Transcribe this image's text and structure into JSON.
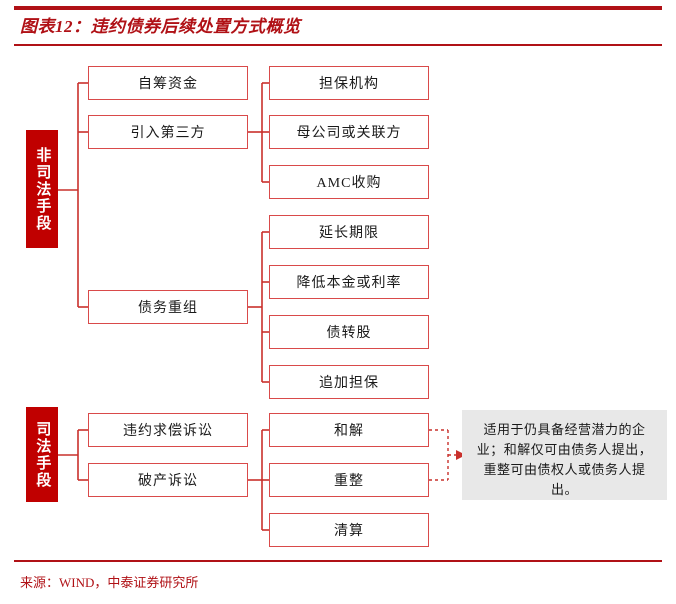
{
  "header": {
    "title": "图表12：违约债券后续处置方式概览",
    "accent_color": "#B01116"
  },
  "footer": {
    "source": "来源：WIND，中泰证券研究所"
  },
  "diagram": {
    "type": "tree-flowchart",
    "band_color": "#C00000",
    "box_border_color": "#D94A4A",
    "note_bg_color": "#E8E8E8",
    "branches": [
      {
        "band_label": "非司法手段",
        "level1": [
          {
            "label": "自筹资金",
            "children": []
          },
          {
            "label": "引入第三方",
            "children": [
              "担保机构",
              "母公司或关联方",
              "AMC收购"
            ]
          },
          {
            "label": "债务重组",
            "children": [
              "延长期限",
              "降低本金或利率",
              "债转股",
              "追加担保"
            ]
          }
        ]
      },
      {
        "band_label": "司法手段",
        "level1": [
          {
            "label": "违约求偿诉讼",
            "children": []
          },
          {
            "label": "破产诉讼",
            "children": [
              "和解",
              "重整",
              "清算"
            ]
          }
        ]
      }
    ],
    "annotation": {
      "text": "适用于仍具备经营潜力的企业；和解仅可由债务人提出，重整可由债权人或债务人提出。",
      "points_to": [
        "和解",
        "重整"
      ]
    }
  }
}
